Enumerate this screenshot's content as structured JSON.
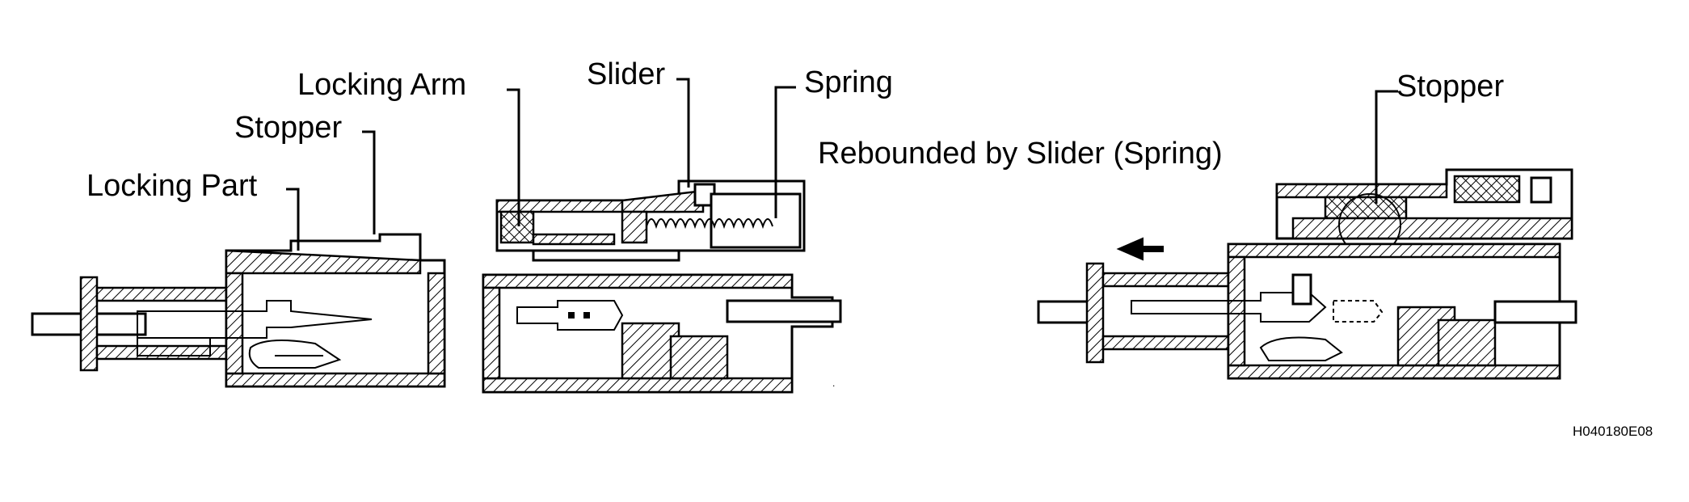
{
  "labels": {
    "locking_arm": "Locking Arm",
    "slider": "Slider",
    "spring": "Spring",
    "stopper_left": "Stopper",
    "locking_part": "Locking Part",
    "rebounded": "Rebounded by Slider (Spring)",
    "stopper_right": "Stopper",
    "figure_code": "H040180E08"
  }
}
